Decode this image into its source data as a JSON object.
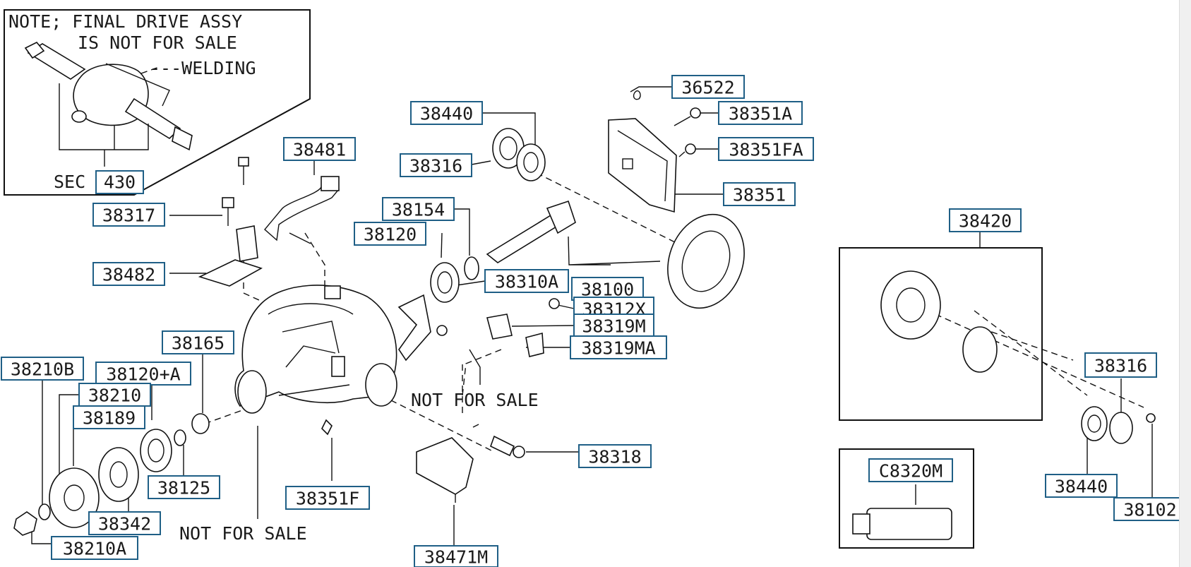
{
  "note": {
    "line1": "NOTE; FINAL DRIVE ASSY",
    "line2": "IS NOT FOR SALE",
    "welding": "---WELDING",
    "sec_prefix": "SEC",
    "sec_number": "430"
  },
  "not_for_sale_1": "NOT FOR SALE",
  "not_for_sale_2": "NOT FOR SALE",
  "callouts": [
    {
      "id": "c36522",
      "text": "36522"
    },
    {
      "id": "c38351A",
      "text": "38351A"
    },
    {
      "id": "c38440a",
      "text": "38440"
    },
    {
      "id": "c38316a",
      "text": "38316"
    },
    {
      "id": "c38351FA",
      "text": "38351FA"
    },
    {
      "id": "c38351",
      "text": "38351"
    },
    {
      "id": "c38481",
      "text": "38481"
    },
    {
      "id": "c38154",
      "text": "38154"
    },
    {
      "id": "c38120",
      "text": "38120"
    },
    {
      "id": "c38317",
      "text": "38317"
    },
    {
      "id": "c38482",
      "text": "38482"
    },
    {
      "id": "c38310A",
      "text": "38310A"
    },
    {
      "id": "c38100",
      "text": "38100"
    },
    {
      "id": "c38312X",
      "text": "38312X"
    },
    {
      "id": "c38319M",
      "text": "38319M"
    },
    {
      "id": "c38319MA",
      "text": "38319MA"
    },
    {
      "id": "c38165",
      "text": "38165"
    },
    {
      "id": "c38210B",
      "text": "38210B"
    },
    {
      "id": "c38120A",
      "text": "38120+A"
    },
    {
      "id": "c38210",
      "text": "38210"
    },
    {
      "id": "c38189",
      "text": "38189"
    },
    {
      "id": "c38125",
      "text": "38125"
    },
    {
      "id": "c38342",
      "text": "38342"
    },
    {
      "id": "c38210A",
      "text": "38210A"
    },
    {
      "id": "c38351F",
      "text": "38351F"
    },
    {
      "id": "c38318",
      "text": "38318"
    },
    {
      "id": "c38471M",
      "text": "38471M"
    },
    {
      "id": "c38420",
      "text": "38420"
    },
    {
      "id": "c38316b",
      "text": "38316"
    },
    {
      "id": "cC8320M",
      "text": "C8320M"
    },
    {
      "id": "c38440b",
      "text": "38440"
    },
    {
      "id": "c38102",
      "text": "38102"
    }
  ]
}
